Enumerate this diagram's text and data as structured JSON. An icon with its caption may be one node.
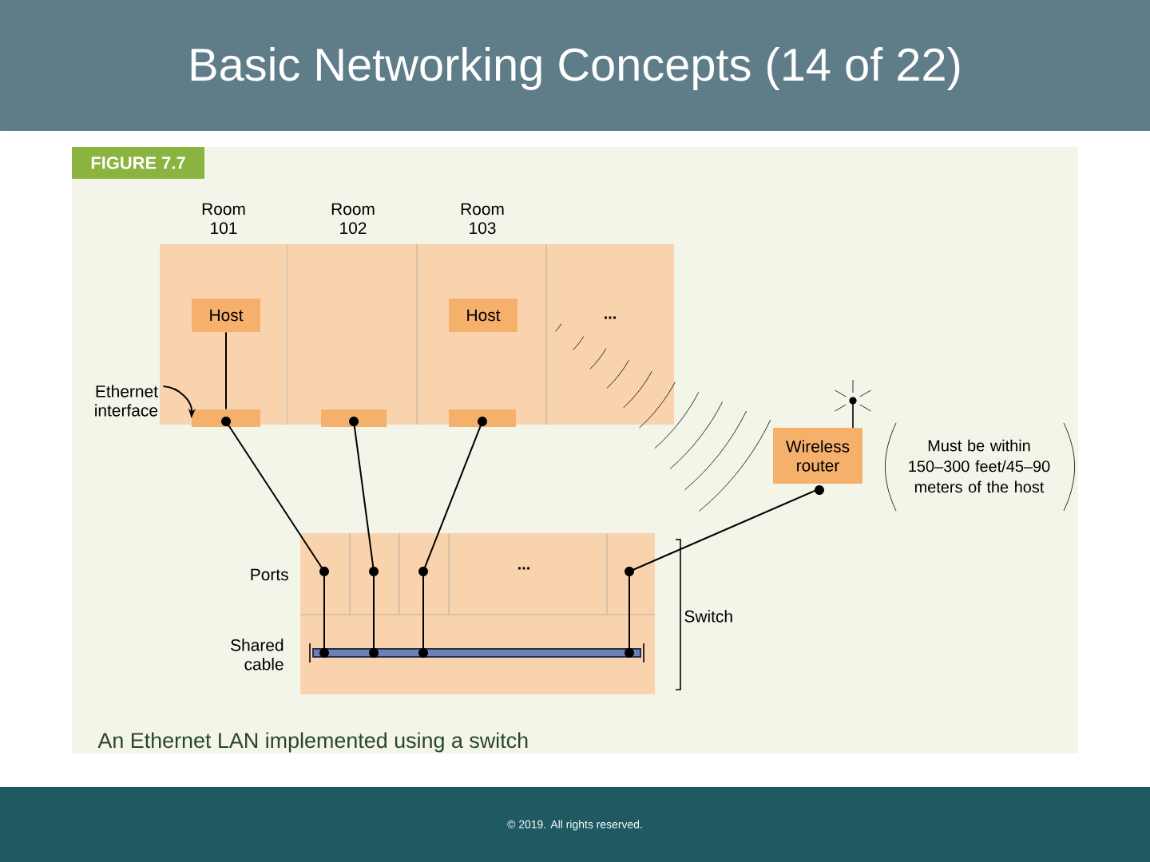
{
  "diagram": {
    "title": "Basic Networking Concepts (14 of 22)",
    "caption": "An Ethernet LAN implemented using a switch",
    "nodes": [
      {
        "text": [
          "Room 101"
        ]
      },
      {
        "text": [
          "Room 102"
        ]
      },
      {
        "text": [
          "Room 103"
        ]
      },
      {
        "text": [
          "..."
        ]
      },
      {
        "text": [
          "Host"
        ],
        "in": 0
      },
      {
        "text": [
          "Host"
        ],
        "in": 2
      },
      {
        "text": [],
        "shape": "box",
        "in": 0
      },
      {
        "text": [],
        "shape": "box",
        "in": 1
      },
      {
        "text": [],
        "shape": "box",
        "in": 2
      },
      {
        "text": [
          "Wireless router"
        ]
      },
      {
        "text": [
          "..."
        ],
        "beside": [
          "Switch"
        ]
      },
      {
        "text": [],
        "shape": "circle",
        "in": 10
      },
      {
        "text": [],
        "shape": "circle",
        "in": 10
      },
      {
        "text": [],
        "shape": "circle",
        "in": 10
      },
      {
        "text": [],
        "shape": "circle",
        "in": 10
      },
      {
        "text": [],
        "shape": "bar",
        "in": 10
      },
      {
        "text": [
          "Ethernet interface"
        ]
      }
    ],
    "edges": [
      {
        "from": 4,
        "to": 6,
        "arrow": "none"
      },
      {
        "from": 6,
        "to": 11,
        "arrow": "none"
      },
      {
        "from": 7,
        "to": 12,
        "arrow": "none"
      },
      {
        "from": 8,
        "to": 13,
        "arrow": "none"
      },
      {
        "from": 9,
        "to": 14,
        "arrow": "none"
      },
      {
        "from": 11,
        "to": 15,
        "arrow": "none"
      },
      {
        "from": 12,
        "to": 15,
        "arrow": "none"
      },
      {
        "from": 13,
        "to": 15,
        "arrow": "none"
      },
      {
        "from": 14,
        "to": 15,
        "arrow": "none"
      },
      {
        "from": 16,
        "to": 6,
        "arrow": "to"
      }
    ],
    "labels": [
      "FIGURE 7.7",
      "Must be within 150–300 feet/45–90 meters of the host",
      "Ports",
      "Shared cable",
      "© 2019. All rights reserved."
    ]
  }
}
